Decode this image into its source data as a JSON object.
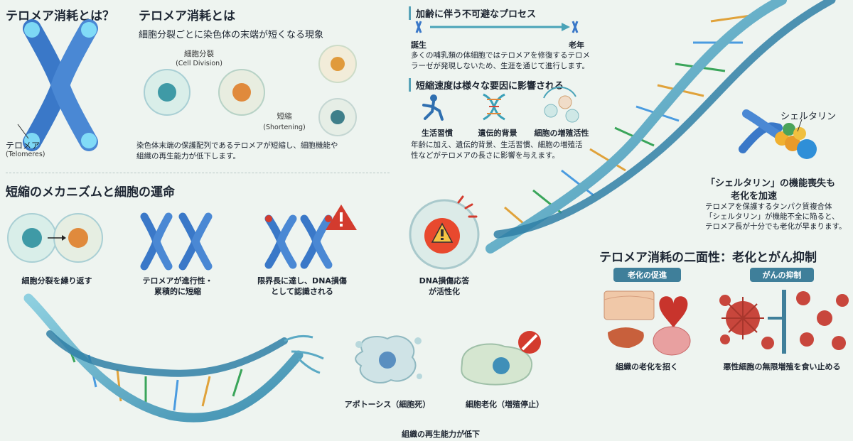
{
  "sec1": {
    "title": "テロメア消耗とは？",
    "telomere_label": "テロメア",
    "telomere_en": "(Telomeres)"
  },
  "sec2": {
    "title": "テロメア消耗とは",
    "subtitle": "細胞分裂ごとに染色体の末端が短くなる現象",
    "division": "細胞分裂",
    "division_en": "(Cell Division)",
    "shortening": "短縮",
    "shortening_en": "(Shortening)",
    "desc1": "染色体末端の保護配列であるテロメアが短縮し、細胞機能や",
    "desc2": "組織の再生能力が低下します。"
  },
  "sec3": {
    "title": "加齢に伴う不可避なプロセス",
    "birth": "誕生",
    "old": "老年",
    "desc1": "多くの哺乳類の体細胞ではテロメアを修復するテロメ",
    "desc2": "ラーゼが発現しないため、生涯を通じて進行します。"
  },
  "sec4": {
    "title": "短縮速度は様々な要因に影響される",
    "f1": "生活習慣",
    "f2": "遺伝的背景",
    "f3": "細胞の増殖活性",
    "desc1": "年齢に加え、遺伝的背景、生活習慣、細胞の増殖活",
    "desc2": "性などがテロメアの長さに影響を与えます。"
  },
  "sec5": {
    "label": "シェルタリン",
    "title1": "「シェルタリン」の機能喪失も",
    "title2": "老化を加速",
    "desc1": "テロメアを保護するタンパク質複合体",
    "desc2": "「シェルタリン」が機能不全に陥ると、",
    "desc3": "テロメア長が十分でも老化が早まります。"
  },
  "sec6": {
    "title": "短縮のメカニズムと細胞の運命",
    "s1": "細胞分裂を繰り返す",
    "s2a": "テロメアが進行性・",
    "s2b": "累積的に短縮",
    "s3a": "限界長に達し、DNA損傷",
    "s3b": "として認識される",
    "s4a": "DNA損傷応答",
    "s4b": "が活性化",
    "apoptosis": "アポトーシス（細胞死）",
    "senescence": "細胞老化（増殖停止）",
    "bottom": "組織の再生能力が低下"
  },
  "sec7": {
    "title": "テロメア消耗の二面性：老化とがん抑制",
    "tag1": "老化の促進",
    "tag2": "がんの抑制",
    "cap1": "組織の老化を招く",
    "cap2": "悪性細胞の無限増殖を食い止める"
  },
  "colors": {
    "dna_backbone": "#5aa9c4",
    "chromosome": "#3a78c8",
    "warning": "#d33b2e",
    "accent": "#3f7f9a"
  }
}
